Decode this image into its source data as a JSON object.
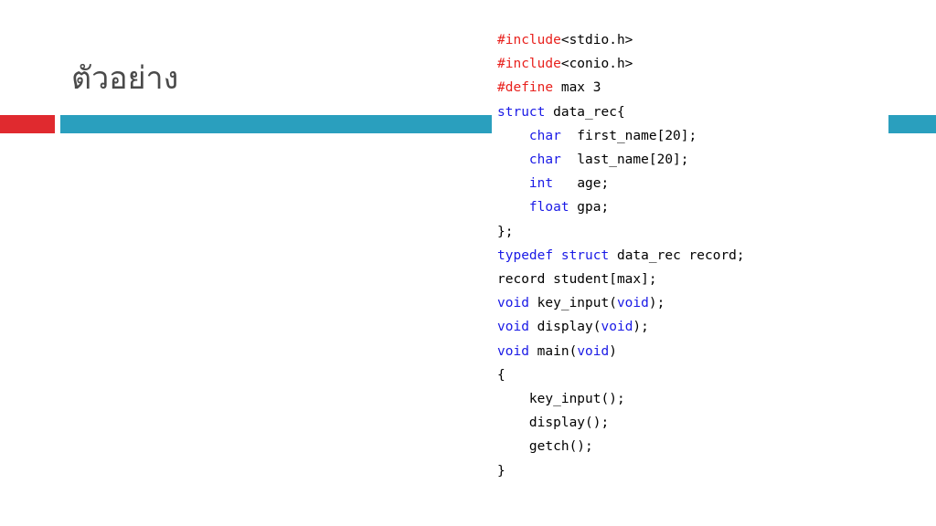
{
  "slide": {
    "title": "ตัวอย่าง"
  },
  "colors": {
    "accent_red": "#e02a2f",
    "accent_blue": "#2a9fbe",
    "title_text": "#4a4a4a",
    "code_directive": "#e8211d",
    "code_keyword": "#1a1ae6",
    "code_plain": "#000000"
  },
  "code": {
    "lines": [
      [
        {
          "t": "#include",
          "k": "directive"
        },
        {
          "t": "<stdio.h>",
          "k": "plain"
        }
      ],
      [
        {
          "t": "#include",
          "k": "directive"
        },
        {
          "t": "<conio.h>",
          "k": "plain"
        }
      ],
      [
        {
          "t": "#define",
          "k": "directive"
        },
        {
          "t": " max 3",
          "k": "plain"
        }
      ],
      [
        {
          "t": "struct",
          "k": "keyword"
        },
        {
          "t": " data_rec{",
          "k": "plain"
        }
      ],
      [
        {
          "t": "    ",
          "k": "plain"
        },
        {
          "t": "char",
          "k": "keyword"
        },
        {
          "t": "  first_name[20];",
          "k": "plain"
        }
      ],
      [
        {
          "t": "    ",
          "k": "plain"
        },
        {
          "t": "char",
          "k": "keyword"
        },
        {
          "t": "  last_name[20];",
          "k": "plain"
        }
      ],
      [
        {
          "t": "    ",
          "k": "plain"
        },
        {
          "t": "int",
          "k": "keyword"
        },
        {
          "t": "   age;",
          "k": "plain"
        }
      ],
      [
        {
          "t": "    ",
          "k": "plain"
        },
        {
          "t": "float",
          "k": "keyword"
        },
        {
          "t": " gpa;",
          "k": "plain"
        }
      ],
      [
        {
          "t": "};",
          "k": "plain"
        }
      ],
      [
        {
          "t": "typedef",
          "k": "keyword"
        },
        {
          "t": " ",
          "k": "plain"
        },
        {
          "t": "struct",
          "k": "keyword"
        },
        {
          "t": " data_rec record;",
          "k": "plain"
        }
      ],
      [
        {
          "t": "record student[max];",
          "k": "plain"
        }
      ],
      [
        {
          "t": "void",
          "k": "keyword"
        },
        {
          "t": " key_input(",
          "k": "plain"
        },
        {
          "t": "void",
          "k": "keyword"
        },
        {
          "t": ");",
          "k": "plain"
        }
      ],
      [
        {
          "t": "void",
          "k": "keyword"
        },
        {
          "t": " display(",
          "k": "plain"
        },
        {
          "t": "void",
          "k": "keyword"
        },
        {
          "t": ");",
          "k": "plain"
        }
      ],
      [
        {
          "t": "void",
          "k": "keyword"
        },
        {
          "t": " main(",
          "k": "plain"
        },
        {
          "t": "void",
          "k": "keyword"
        },
        {
          "t": ")",
          "k": "plain"
        }
      ],
      [
        {
          "t": "{",
          "k": "plain"
        }
      ],
      [
        {
          "t": "    key_input();",
          "k": "plain"
        }
      ],
      [
        {
          "t": "    display();",
          "k": "plain"
        }
      ],
      [
        {
          "t": "    getch();",
          "k": "plain"
        }
      ],
      [
        {
          "t": "}",
          "k": "plain"
        }
      ]
    ]
  }
}
